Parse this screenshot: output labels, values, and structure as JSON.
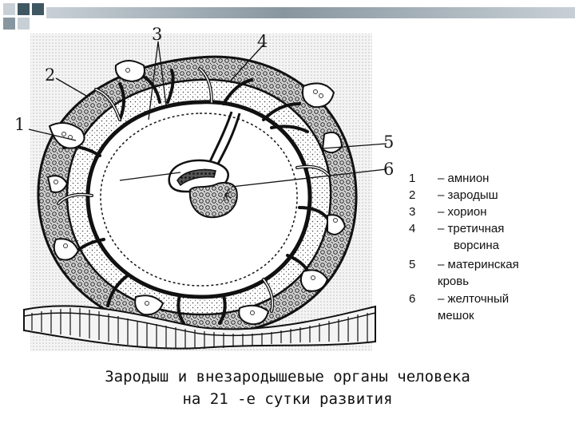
{
  "labels": {
    "l1": "1",
    "l2": "2",
    "l3": "3",
    "l4": "4",
    "l5": "5",
    "l6": "6"
  },
  "legend": {
    "items": [
      {
        "num": "1",
        "text": "–  амнион"
      },
      {
        "num": "2",
        "text": "– зародыш"
      },
      {
        "num": "3",
        "text": "– хорион"
      },
      {
        "num": "4",
        "text": "– третичная"
      },
      {
        "num": "",
        "text": "ворсина"
      },
      {
        "num": "5",
        "text": "– материнская"
      },
      {
        "num": "",
        "text": "кровь"
      },
      {
        "num": "6",
        "text": "– желточный"
      },
      {
        "num": "",
        "text": "мешок"
      }
    ]
  },
  "caption": {
    "line1": "Зародыш и внезародышевые органы человека",
    "line2": "на 21 -е сутки развития"
  },
  "colors": {
    "accent_dark": "#3f5763",
    "accent_mid": "#8896a0",
    "accent_light": "#c8d0d6",
    "ink": "#1a1a1a"
  }
}
